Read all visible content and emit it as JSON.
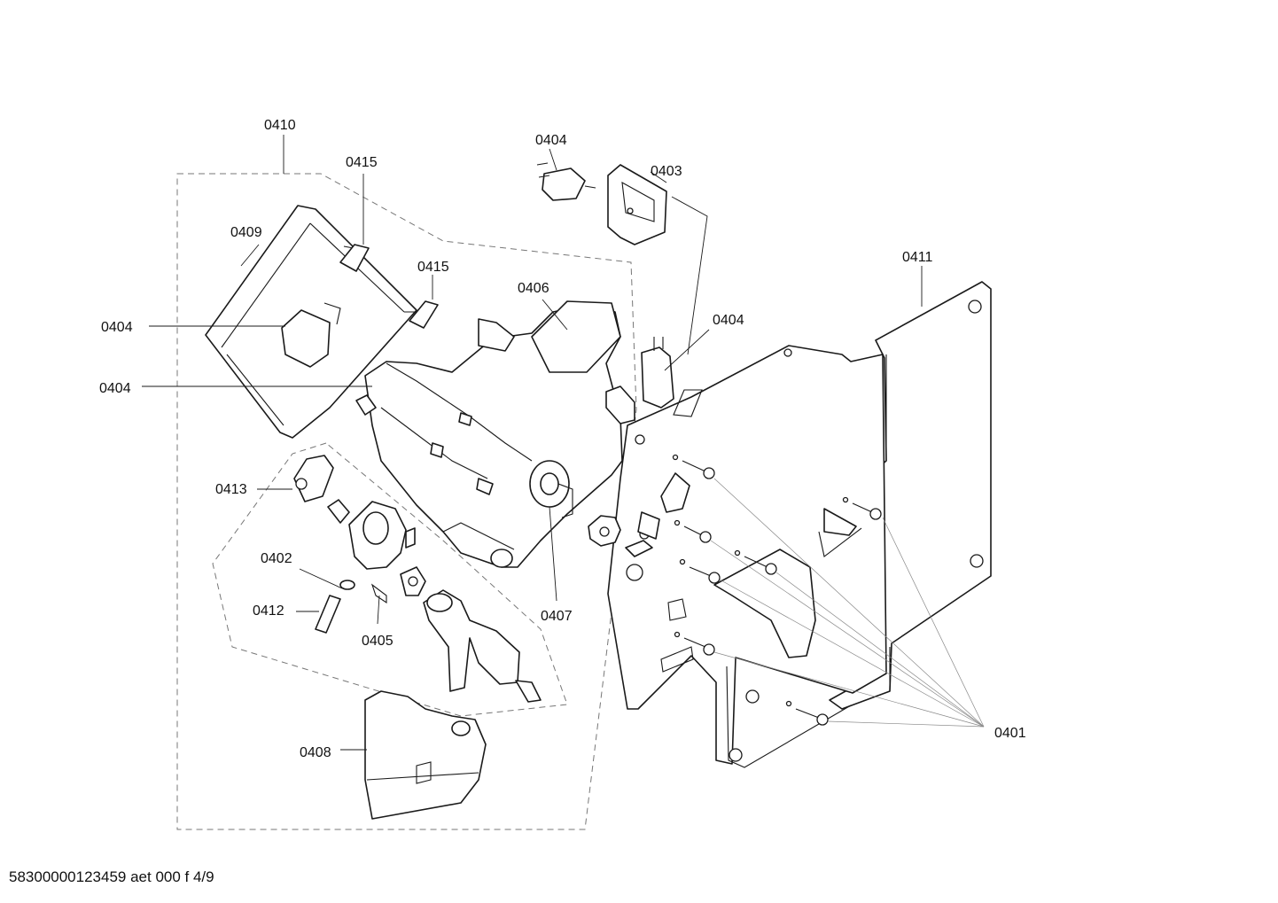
{
  "callouts": {
    "c0410": "0410",
    "c0415_top": "0415",
    "c0404_top": "0404",
    "c0403": "0403",
    "c0409": "0409",
    "c0415_mid": "0415",
    "c0406": "0406",
    "c0404_right": "0404",
    "c0411": "0411",
    "c0404_left_a": "0404",
    "c0404_left_b": "0404",
    "c0413": "0413",
    "c0402": "0402",
    "c0412": "0412",
    "c0405": "0405",
    "c0407": "0407",
    "c0408": "0408",
    "c0401": "0401"
  },
  "footer": {
    "reference": "58300000123459 aet 000 f 4/9"
  }
}
